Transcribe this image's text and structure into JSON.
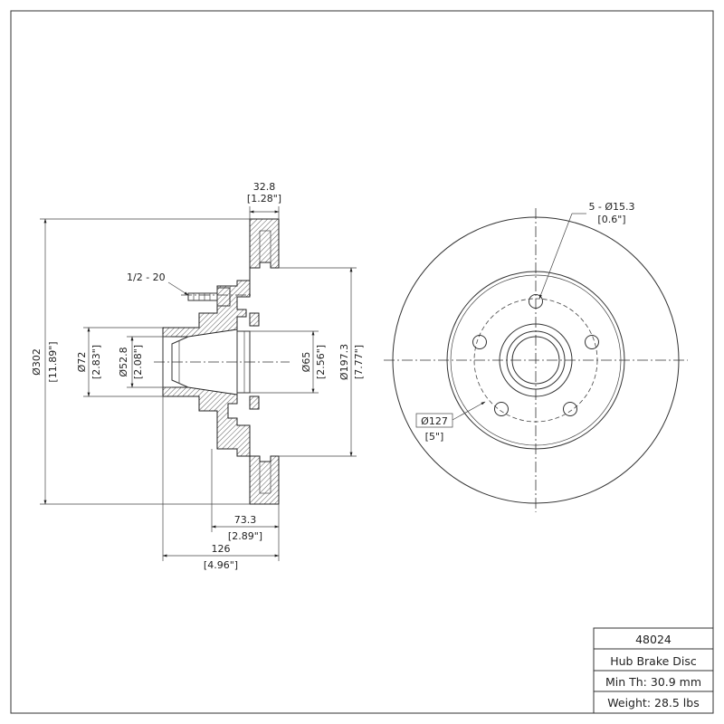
{
  "side_view": {
    "flange_thickness": {
      "mm": "32.8",
      "in": "[1.28\"]"
    },
    "stud_thread": "1/2 - 20",
    "outer_diameter": {
      "mm": "Ø302",
      "in": "[11.89\"]"
    },
    "bore_outer": {
      "mm": "Ø72",
      "in": "[2.83\"]"
    },
    "bore_inner": {
      "mm": "Ø52.8",
      "in": "[2.08\"]"
    },
    "hub_pilot": {
      "mm": "Ø65",
      "in": "[2.56\"]"
    },
    "hat_diameter": {
      "mm": "Ø197.3",
      "in": "[7.77\"]"
    },
    "offset": {
      "mm": "73.3",
      "in": "[2.89\"]"
    },
    "total_height": {
      "mm": "126",
      "in": "[4.96\"]"
    }
  },
  "front_view": {
    "bolt_holes": {
      "mm": "5 - Ø15.3",
      "in": "[0.6\"]"
    },
    "bolt_circle": {
      "mm": "Ø127",
      "in": "[5\"]"
    }
  },
  "title_block": {
    "part_number": "48024",
    "part_name": "Hub Brake Disc",
    "min_thickness": "Min Th: 30.9 mm",
    "weight": "Weight: 28.5 lbs"
  }
}
